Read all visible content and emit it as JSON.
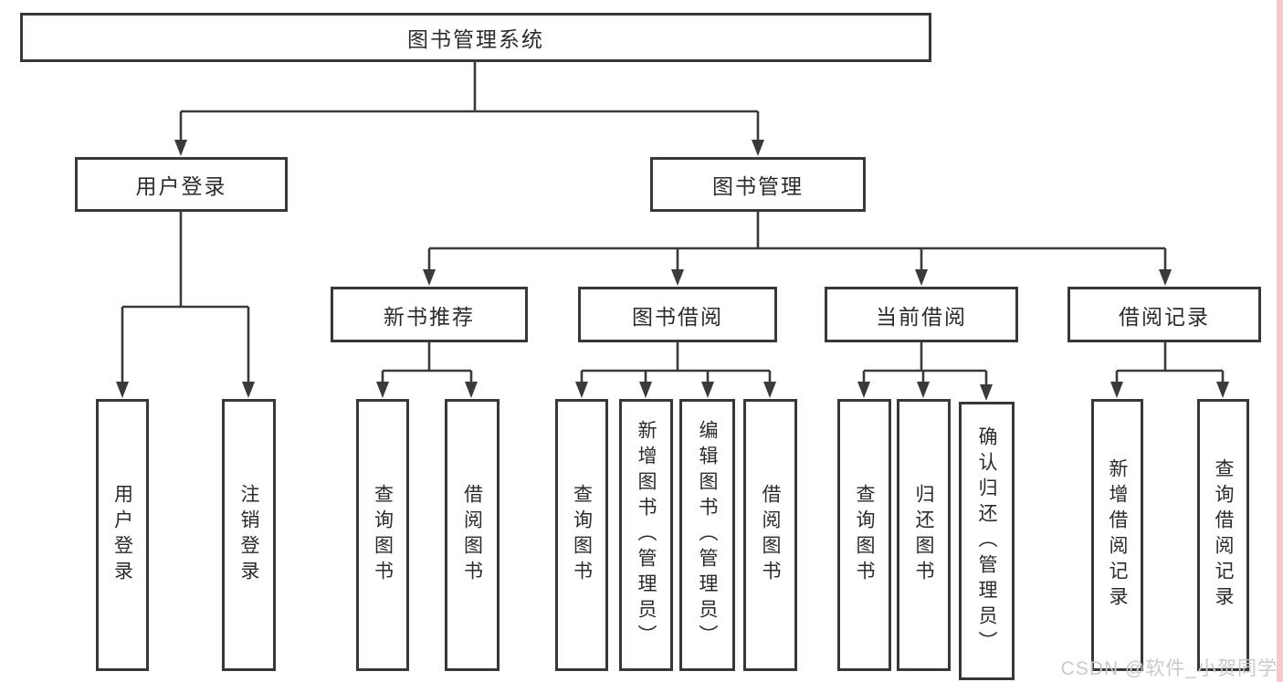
{
  "nodes": {
    "root": "图书管理系统",
    "user_login": "用户登录",
    "book_mgmt": "图书管理",
    "new_book_rec": "新书推荐",
    "book_borrow": "图书借阅",
    "current_borrow": "当前借阅",
    "borrow_records": "借阅记录",
    "ul_login": "用户登录",
    "ul_logout": "注销登录",
    "nb_query": "查询图书",
    "nb_borrow": "借阅图书",
    "bb_query": "查询图书",
    "bb_add": "新增图书（管理员）",
    "bb_edit": "编辑图书（管理员）",
    "bb_borrow": "借阅图书",
    "cb_query": "查询图书",
    "cb_return": "归还图书",
    "cb_confirm": "确认归还（管理员）",
    "br_add": "新增借阅记录",
    "br_query": "查询借阅记录"
  },
  "watermark": {
    "text": "CSDN @软件_小贺同学"
  },
  "colors": {
    "line": "#3a3a3a",
    "box_border": "#383838",
    "text": "#2b2b2b",
    "watermark_text": "#c9c9c9",
    "watermark_strip": "#f2caca",
    "background": "#ffffff"
  }
}
